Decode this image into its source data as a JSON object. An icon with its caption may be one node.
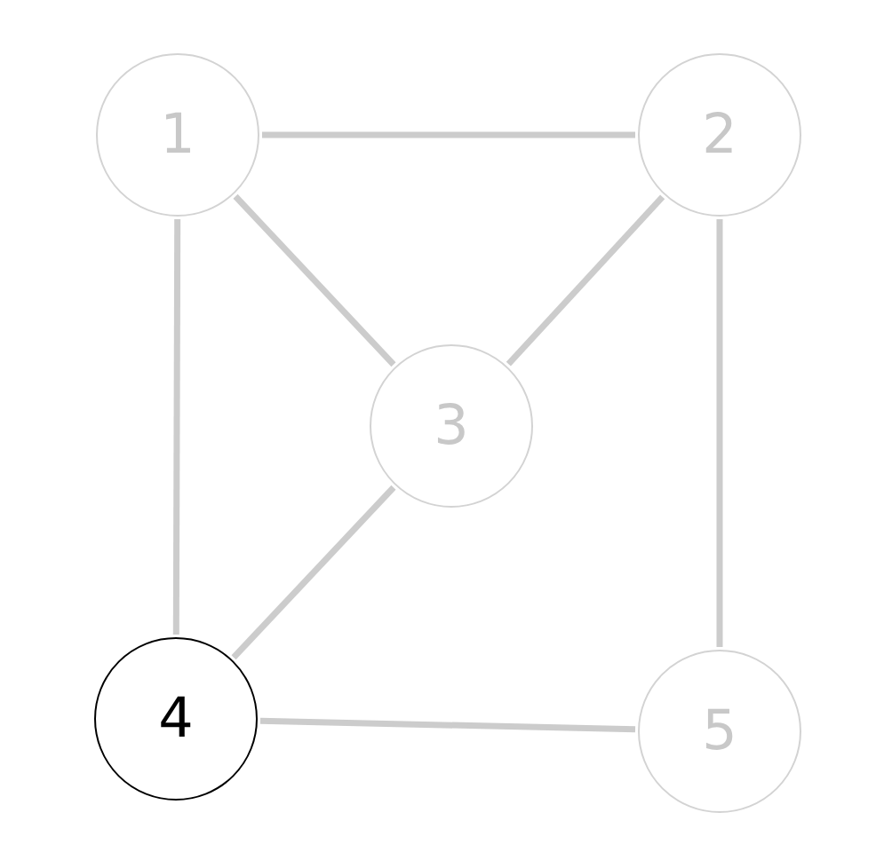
{
  "diagram": {
    "nodes": [
      {
        "text": [
          "1"
        ]
      },
      {
        "text": [
          "2"
        ]
      },
      {
        "text": [
          "3"
        ]
      },
      {
        "text": [
          "4"
        ]
      },
      {
        "text": [
          "5"
        ]
      }
    ],
    "edges": [
      {
        "from": 0,
        "to": 1,
        "arrow": "none"
      },
      {
        "from": 0,
        "to": 2,
        "arrow": "none"
      },
      {
        "from": 0,
        "to": 3,
        "arrow": "none"
      },
      {
        "from": 1,
        "to": 2,
        "arrow": "none"
      },
      {
        "from": 1,
        "to": 4,
        "arrow": "none"
      },
      {
        "from": 2,
        "to": 3,
        "arrow": "none"
      },
      {
        "from": 3,
        "to": 4,
        "arrow": "none"
      }
    ]
  }
}
